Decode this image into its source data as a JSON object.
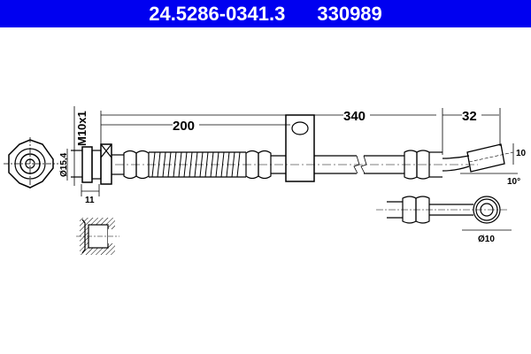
{
  "header": {
    "part_number": "24.5286-0341.3",
    "ref_number": "330989",
    "background": "#0000f0"
  },
  "dimensions": {
    "thread": "M10x1",
    "diameter_fitting": "Ø15,4",
    "width_fitting": "11",
    "length_a": "200",
    "length_b": "340",
    "length_c": "32",
    "end_height": "10",
    "end_angle": "10°",
    "eye_diameter": "Ø10"
  }
}
